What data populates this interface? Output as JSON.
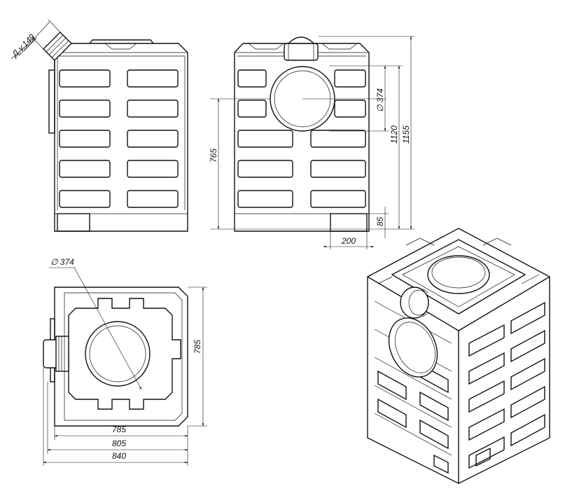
{
  "dimensions": {
    "nozzle_label": "Д.у.140",
    "front_hatch_diameter": "∅ 374",
    "height_total": "1155",
    "height_hatch_center": "1120",
    "height_side_hatch": "765",
    "base_height": "85",
    "base_offset": "200",
    "plan_hatch_diameter": "∅ 374",
    "plan_depth": "785",
    "plan_width_inner": "785",
    "plan_width_mid": "805",
    "plan_width_total": "840"
  },
  "colors": {
    "line": "#111111",
    "background": "#ffffff"
  }
}
